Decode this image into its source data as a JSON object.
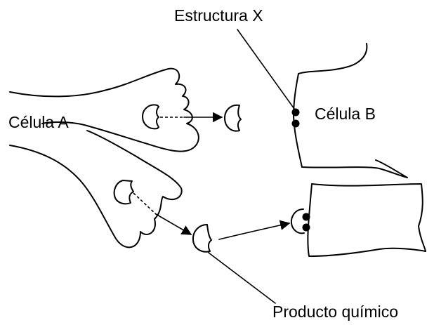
{
  "labels": {
    "structure_x": "Estructura X",
    "cell_a": "Célula A",
    "cell_b": "Célula B",
    "chemical": "Producto químico"
  }
}
